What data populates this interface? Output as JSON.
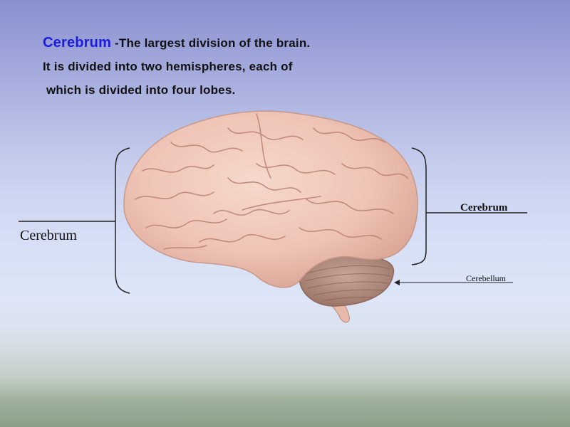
{
  "heading": {
    "term": "Cerebrum",
    "definition": "-The largest division of the brain.",
    "line2": "It is divided into two hemispheres, each of",
    "line3": "which is divided into four lobes."
  },
  "labels": {
    "left": "Cerebrum",
    "right": "Cerebrum",
    "cerebellum": "Cerebellum"
  },
  "colors": {
    "term": "#1b1be0",
    "brain": "#efc4b6",
    "cerebellum": "#b49082"
  }
}
